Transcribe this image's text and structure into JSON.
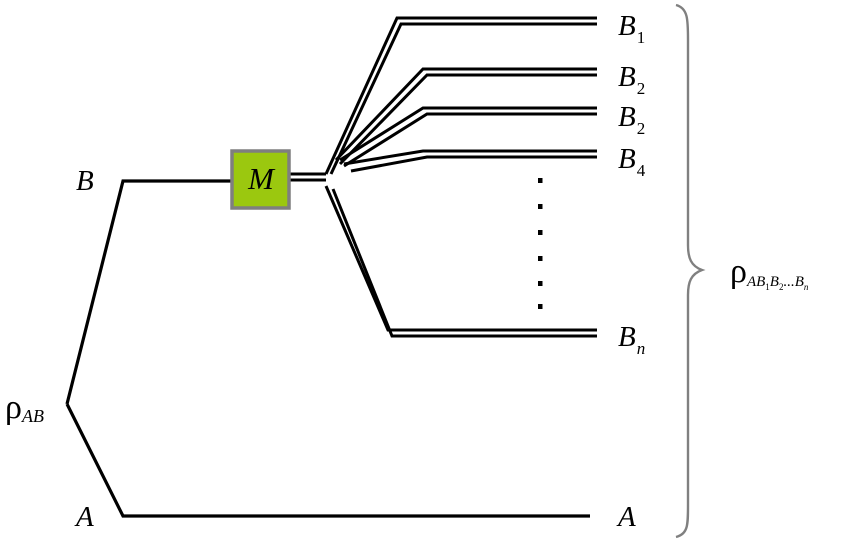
{
  "labels": {
    "source_state": {
      "symbol": "ρ",
      "sub": "AB"
    },
    "qubit_a_start": "A",
    "qubit_b_start": "B",
    "qubit_a_end": "A",
    "operator": "M",
    "outputs": [
      {
        "main": "B",
        "sub": "1"
      },
      {
        "main": "B",
        "sub": "2"
      },
      {
        "main": "B",
        "sub": "2"
      },
      {
        "main": "B",
        "sub": "4"
      },
      {
        "main": "B",
        "sub": "n"
      }
    ],
    "final_state": {
      "symbol": "ρ",
      "sub_parts": [
        {
          "text": "AB",
          "level": "sub"
        },
        {
          "text": "1",
          "level": "subsub"
        },
        {
          "text": "B",
          "level": "sub"
        },
        {
          "text": "2",
          "level": "subsub"
        },
        {
          "text": "...",
          "level": "sub"
        },
        {
          "text": "B",
          "level": "sub"
        },
        {
          "text": "n",
          "level": "subsub"
        }
      ]
    }
  },
  "colors": {
    "operator_fill": "#9BC80F",
    "operator_border": "#7F7F7F",
    "line": "#000000",
    "brace": "#808080"
  }
}
